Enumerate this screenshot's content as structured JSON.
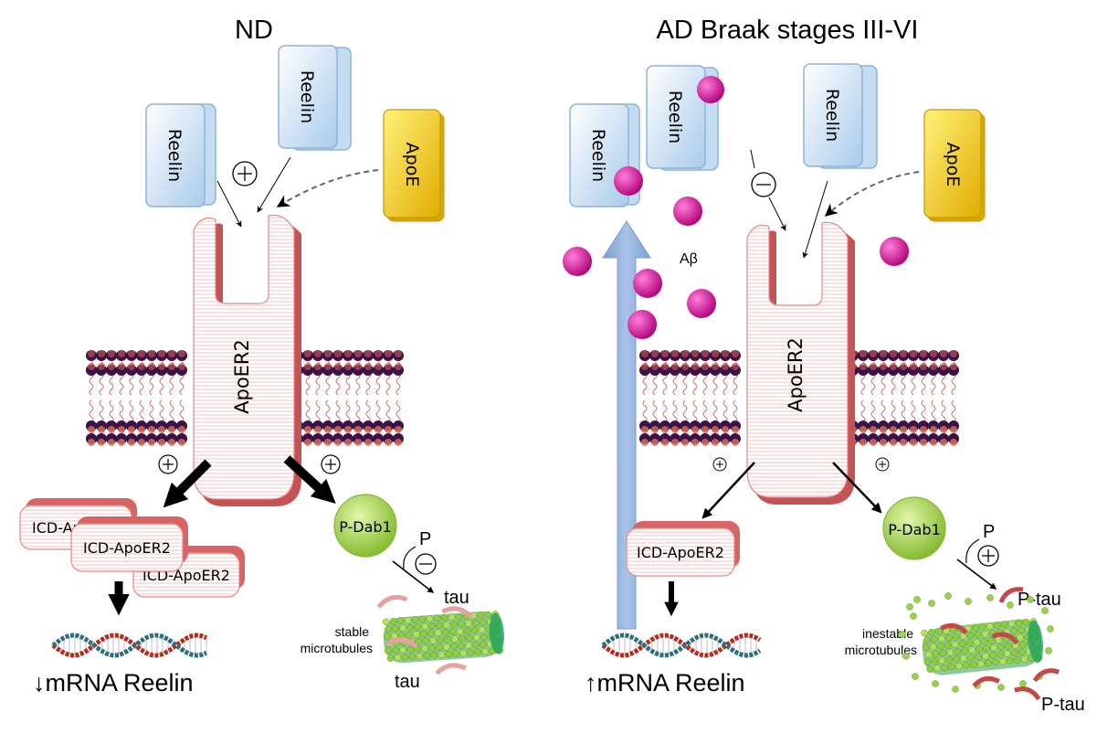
{
  "panels": {
    "left_title": "ND",
    "right_title": "AD Braak stages III-VI"
  },
  "labels": {
    "reelin": "Reelin",
    "apoe": "ApoE",
    "apoer2": "ApoER2",
    "icd": "ICD-ApoER2",
    "pdab1": "P-Dab1",
    "p": "P",
    "tau": "tau",
    "ptau": "P-tau",
    "abeta": "Aβ",
    "stable_1": "stable",
    "stable_2": "microtubules",
    "inestable_1": "inestable",
    "inestable_2": "microtubules",
    "left_mrna": "↓mRNA Reelin",
    "right_mrna": "↑mRNA Reelin"
  },
  "colors": {
    "reelin_fill": "#d6e8f8",
    "apoe_fill": "#f5d20c",
    "receptor_stripe": "#e06c6c",
    "abeta": "#d4008f",
    "dab1": "#9ed13c",
    "up_arrow": "#8eaedb"
  }
}
